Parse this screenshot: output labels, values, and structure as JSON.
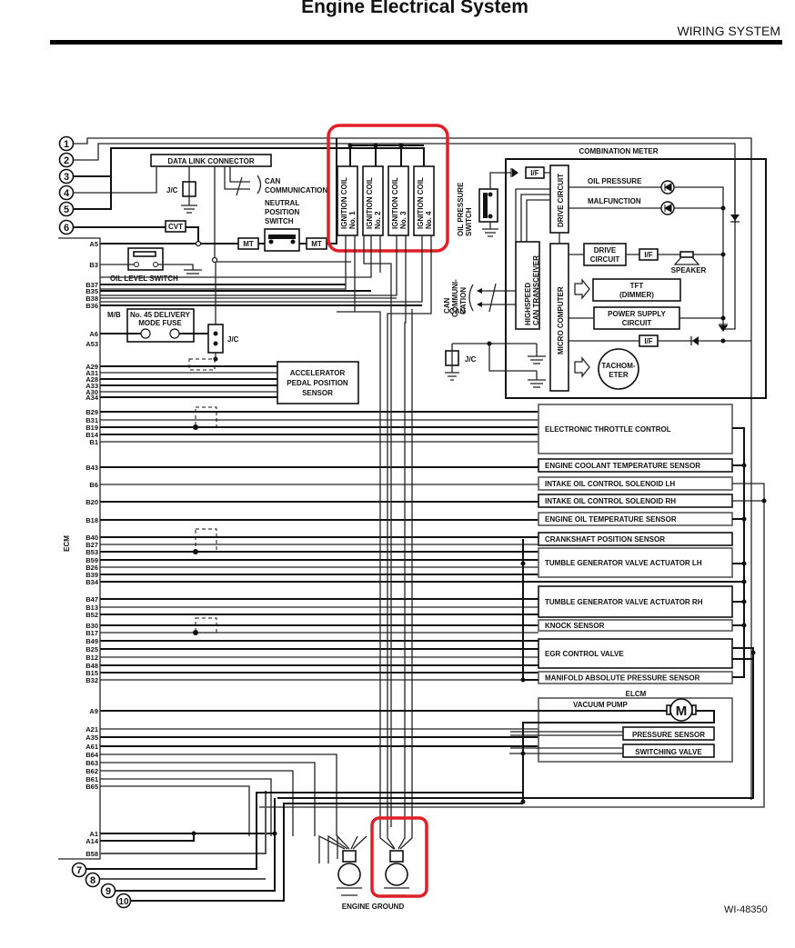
{
  "header": {
    "title": "Engine Electrical System",
    "section": "WIRING SYSTEM"
  },
  "figure_id": "WI-48350",
  "connector_refs": [
    "1",
    "2",
    "3",
    "4",
    "5",
    "6",
    "7",
    "8",
    "9",
    "10"
  ],
  "ecm": {
    "label": "ECM",
    "pins_top": [
      "A5",
      "B3",
      "B37",
      "B35",
      "B38",
      "B36"
    ],
    "pins_mb": [
      "A6",
      "A53"
    ],
    "pins_apps": [
      "A29",
      "A31",
      "A28",
      "A33",
      "A30",
      "A34"
    ],
    "pins_etc": [
      "B29",
      "B31",
      "B19",
      "B14",
      "B1"
    ],
    "pins_mid": [
      "B43",
      "B6",
      "B20",
      "B18"
    ],
    "pins_crank_tgv": [
      "B40",
      "B27",
      "B53",
      "B59",
      "B26",
      "B39",
      "B34"
    ],
    "pins_tgv_rh": [
      "B47",
      "B13",
      "B52"
    ],
    "pins_knock_egr": [
      "B30",
      "B17",
      "B49",
      "B25",
      "B12",
      "B48",
      "B15",
      "B32"
    ],
    "pins_elcm": [
      "A9",
      "A21",
      "A35",
      "A61",
      "B64",
      "B63",
      "B62",
      "B61",
      "B65"
    ],
    "pins_gnd": [
      "A1",
      "A14",
      "B58"
    ]
  },
  "components": {
    "data_link_connector": "DATA LINK CONNECTOR",
    "jc": "J/C",
    "can_communication": "CAN\nCOMMUNICATION",
    "can_comm_short": [
      "CAN",
      "COMMUNI-",
      "CATION"
    ],
    "neutral_position_switch": [
      "NEUTRAL",
      "POSITION",
      "SWITCH"
    ],
    "cvt": "CVT",
    "mt": "MT",
    "oil_level_switch": "OIL LEVEL SWITCH",
    "mb": "M/B",
    "delivery_fuse": [
      "No. 45 DELIVERY",
      "MODE FUSE"
    ],
    "accelerator_pedal_sensor": [
      "ACCELERATOR",
      "PEDAL POSITION",
      "SENSOR"
    ],
    "ignition_coils": [
      {
        "line1": "IGNITION COIL",
        "line2": "No. 1"
      },
      {
        "line1": "IGNITION COIL",
        "line2": "No. 2"
      },
      {
        "line1": "IGNITION COIL",
        "line2": "No. 3"
      },
      {
        "line1": "IGNITION COIL",
        "line2": "No. 4"
      }
    ],
    "oil_pressure_switch": [
      "OIL PRESSURE",
      "SWITCH"
    ],
    "engine_ground": "ENGINE GROUND"
  },
  "combination_meter": {
    "title": "COMBINATION METER",
    "drive_circuit": "DRIVE CIRCUIT",
    "oil_pressure": "OIL PRESSURE",
    "malfunction": "MALFUNCTION",
    "if": "I/F",
    "drive_circuit_box": [
      "DRIVE",
      "CIRCUIT"
    ],
    "speaker": "SPEAKER",
    "can_transceiver": [
      "HIGHSPEED",
      "CAN TRANSCEIVER"
    ],
    "micro_computer": "MICRO COMPUTER",
    "tft": [
      "TFT",
      "(DIMMER)"
    ],
    "power_supply": [
      "POWER SUPPLY",
      "CIRCUIT"
    ],
    "tachometer": [
      "TACHOM-",
      "ETER"
    ]
  },
  "sensors": [
    "ELECTRONIC THROTTLE CONTROL",
    "ENGINE COOLANT TEMPERATURE SENSOR",
    "INTAKE OIL CONTROL SOLENOID LH",
    "INTAKE OIL CONTROL SOLENOID RH",
    "ENGINE OIL TEMPERATURE SENSOR",
    "CRANKSHAFT POSITION SENSOR",
    "TUMBLE GENERATOR VALVE ACTUATOR LH",
    "TUMBLE GENERATOR VALVE ACTUATOR RH",
    "KNOCK SENSOR",
    "EGR CONTROL VALVE",
    "MANIFOLD ABSOLUTE PRESSURE SENSOR"
  ],
  "elcm": {
    "title": "ELCM",
    "vacuum_pump": "VACUUM PUMP",
    "motor": "M",
    "pressure_sensor": "PRESSURE SENSOR",
    "switching_valve": "SWITCHING VALVE"
  },
  "highlight_color": "#e01f26"
}
